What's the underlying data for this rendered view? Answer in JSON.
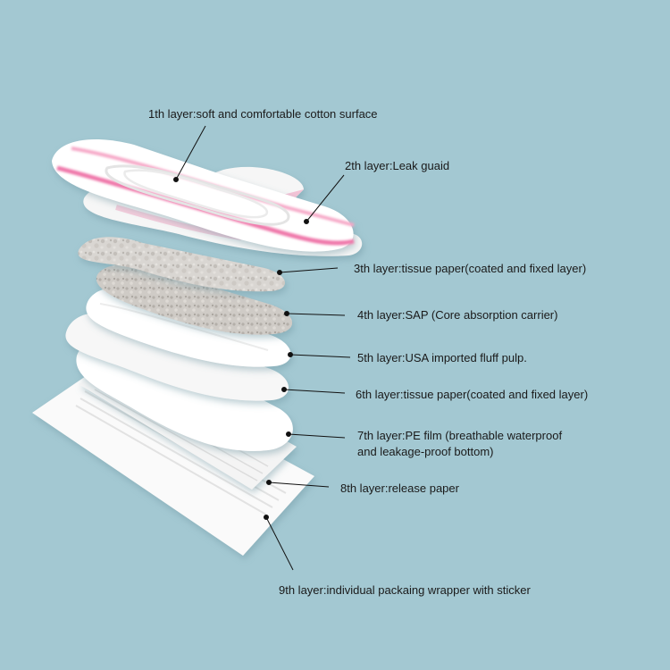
{
  "background_color": "#a3c8d2",
  "accent_color": "#e8609a",
  "labels": {
    "layer1": "1th layer:soft and comfortable cotton surface",
    "layer2": "2th layer:Leak guaid",
    "layer3": "3th layer:tissue paper(coated and fixed layer)",
    "layer4": "4th layer:SAP (Core absorption carrier)",
    "layer5": "5th layer:USA imported fluff pulp.",
    "layer6": "6th layer:tissue paper(coated and fixed layer)",
    "layer7_line1": "7th layer:PE film (breathable waterproof",
    "layer7_line2": "and leakage-proof bottom)",
    "layer8": "8th layer:release paper",
    "layer9": "9th layer:individual packaing wrapper with sticker"
  }
}
